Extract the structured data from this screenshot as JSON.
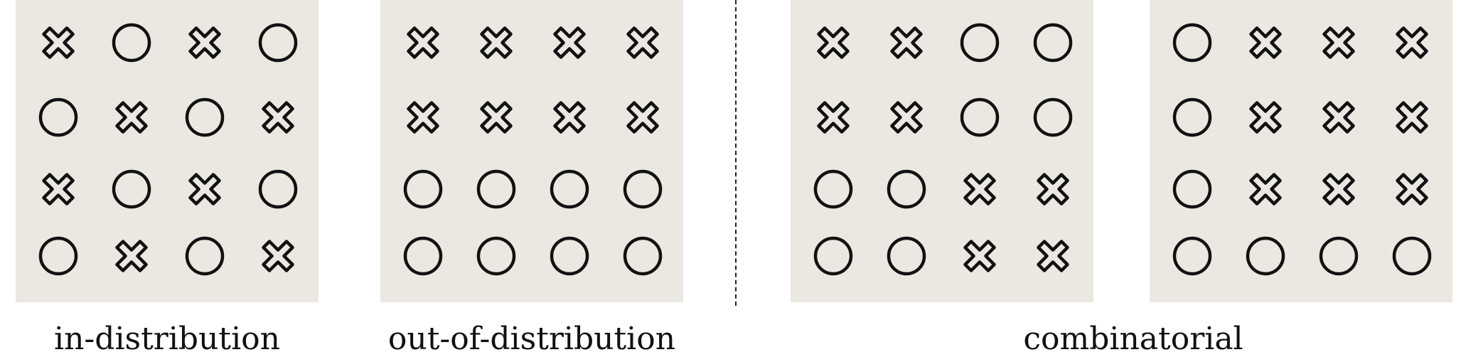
{
  "captions": {
    "in_distribution": "in-distribution",
    "out_of_distribution": "out-of-distribution",
    "combinatorial": "combinatorial"
  },
  "symbol_legend": {
    "X": "cross-icon",
    "O": "circle-icon"
  },
  "colors": {
    "panel_bg": "#ebe8e1",
    "symbol_stroke": "#111111",
    "divider": "#222222"
  },
  "panels": [
    {
      "name": "panel-in-distribution",
      "grid": [
        "XOXO",
        "OXOX",
        "XOXO",
        "OXOX"
      ]
    },
    {
      "name": "panel-out-of-distribution",
      "grid": [
        "XXXX",
        "XXXX",
        "OOOO",
        "OOOO"
      ]
    },
    {
      "name": "panel-combinatorial-1",
      "grid": [
        "XXOO",
        "XXOO",
        "OOXX",
        "OOXX"
      ]
    },
    {
      "name": "panel-combinatorial-2",
      "grid": [
        "OXXX",
        "OXXX",
        "OXXX",
        "OOOO"
      ]
    }
  ]
}
